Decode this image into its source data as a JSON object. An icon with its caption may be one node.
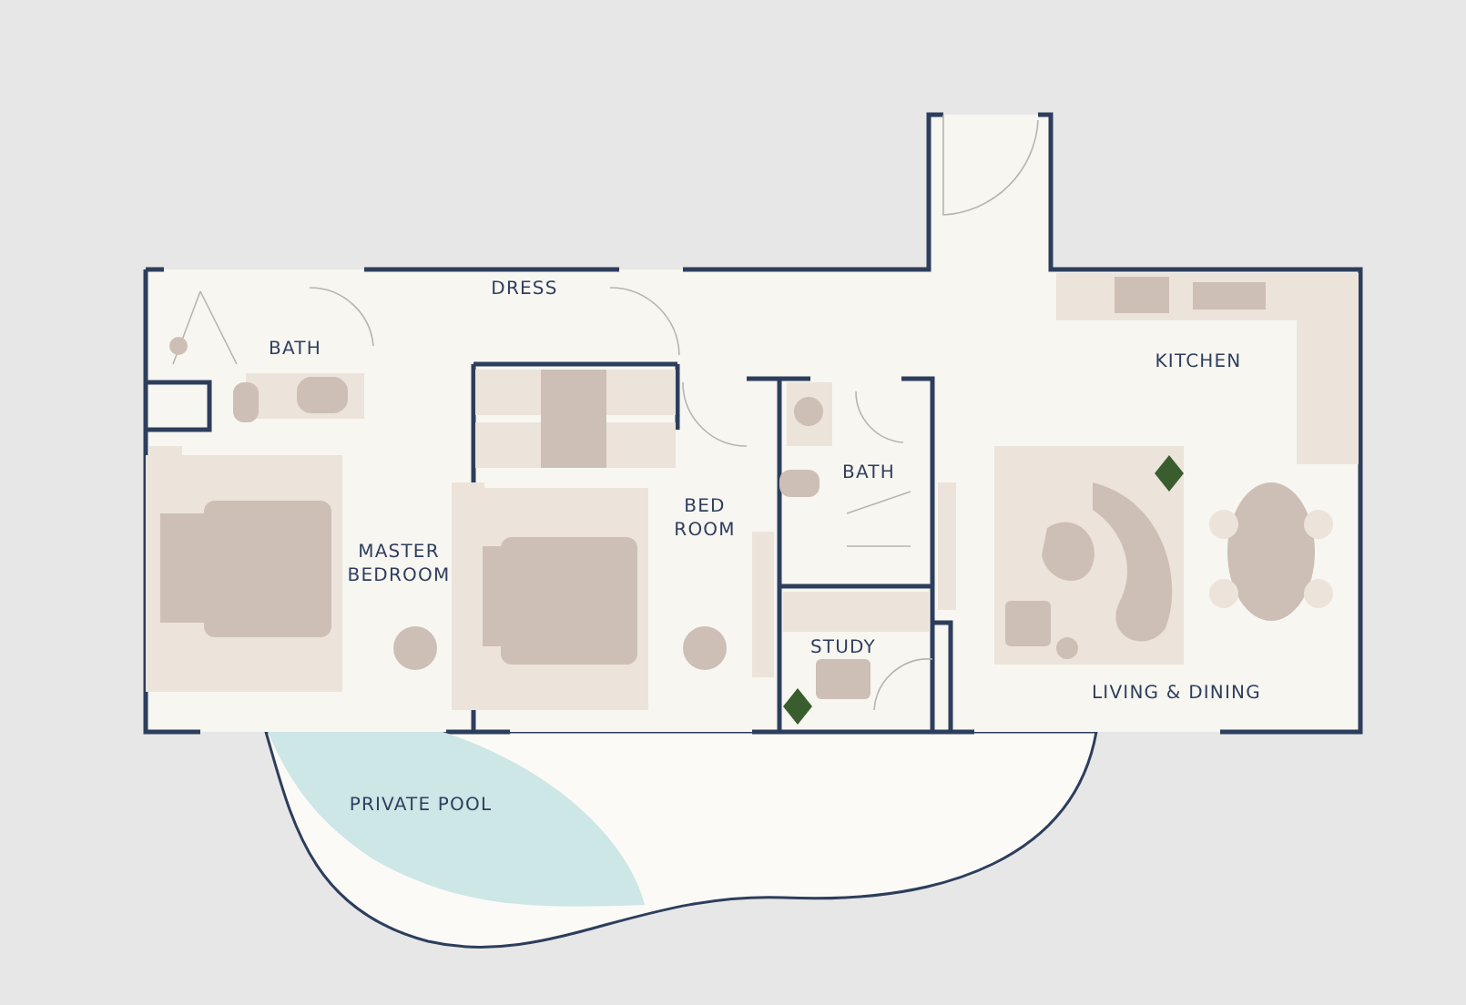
{
  "diagram": {
    "nodes": [
      {
        "text": [
          "PRIVATE POOL"
        ]
      }
    ],
    "labels": [
      "DRESS",
      "BATH",
      "KITCHEN",
      "MASTER BEDROOM",
      "BED ROOM",
      "BATH",
      "STUDY",
      "LIVING & DINING"
    ]
  }
}
